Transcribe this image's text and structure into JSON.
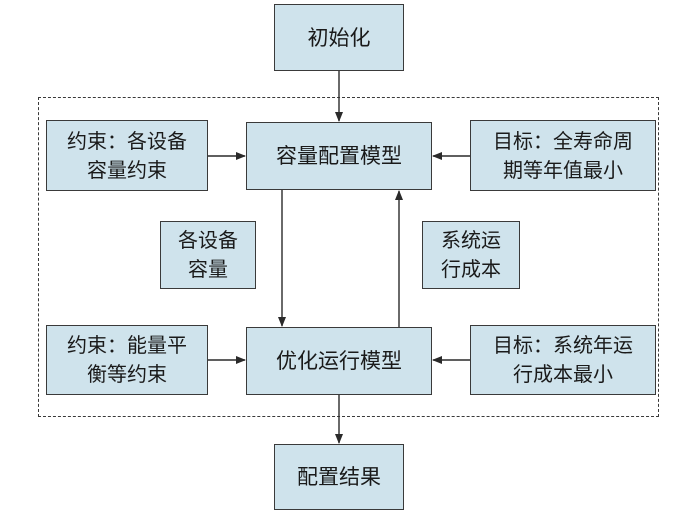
{
  "nodes": {
    "init": "初始化",
    "capacity_model": "容量配置模型",
    "operation_model": "优化运行模型",
    "result": "配置结果",
    "constraint_capacity": "约束：各设备\n容量约束",
    "objective_lifecycle": "目标：全寿命周\n期等年值最小",
    "device_capacity": "各设备\n容量",
    "system_cost": "系统运\n行成本",
    "constraint_energy": "约束：能量平\n衡等约束",
    "objective_annual": "目标：系统年运\n行成本最小"
  },
  "colors": {
    "box_fill": "#cfe3ec",
    "stroke": "#3a3a3a"
  }
}
